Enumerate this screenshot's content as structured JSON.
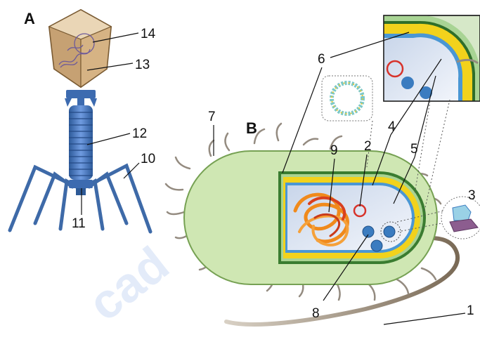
{
  "panels": {
    "a": "A",
    "b": "B"
  },
  "labels": {
    "n1": "1",
    "n2": "2",
    "n3": "3",
    "n4": "4",
    "n5": "5",
    "n6": "6",
    "n7": "7",
    "n8": "8",
    "n9": "9",
    "n10": "10",
    "n11": "11",
    "n12": "12",
    "n13": "13",
    "n14": "14"
  },
  "watermark": "cad",
  "colors": {
    "capsid": "#d9b98a",
    "tail": "#4a78b8",
    "cell_body": "#cde8b0",
    "cell_outline": "#6e9a4a",
    "membrane_yellow": "#f3d21a",
    "membrane_blue": "#3a8fd0",
    "dna_orange": "#f08a1c",
    "ribosome": "#3b7cc0",
    "flagellum": "#8a7a66"
  }
}
